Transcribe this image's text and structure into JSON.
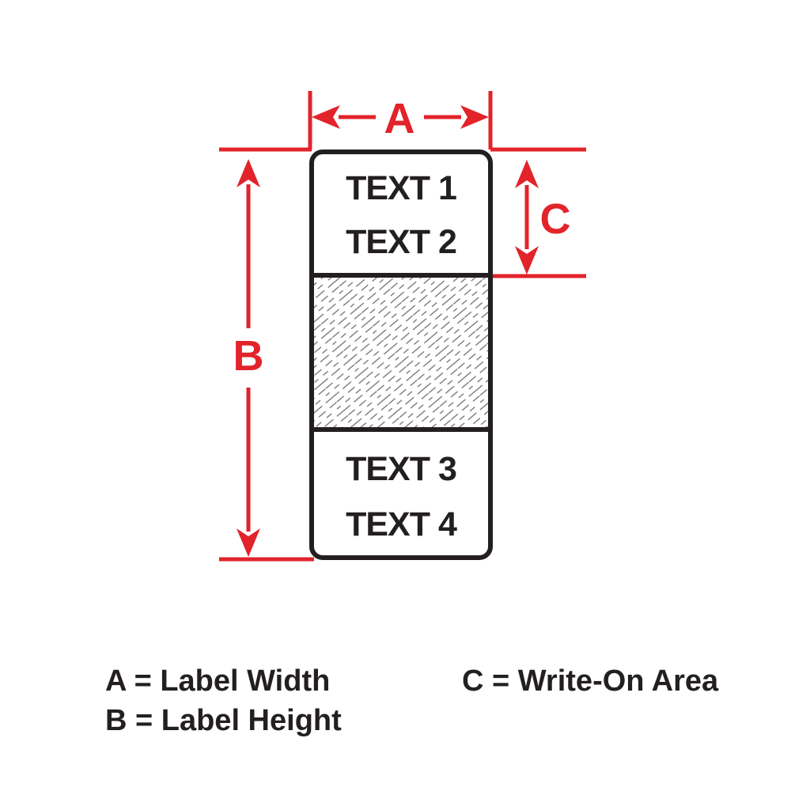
{
  "colors": {
    "red": "#E2232A",
    "black": "#231F20",
    "hatch": "#6B6B6B",
    "background": "#FFFFFF"
  },
  "label": {
    "lines": [
      "TEXT 1",
      "TEXT 2",
      "TEXT 3",
      "TEXT 4"
    ]
  },
  "dimensions": {
    "a": {
      "letter": "A"
    },
    "b": {
      "letter": "B"
    },
    "c": {
      "letter": "C"
    }
  },
  "legend": {
    "items": [
      {
        "text": "A = Label Width"
      },
      {
        "text": "B = Label Height"
      },
      {
        "text": "C = Write-On Area"
      }
    ]
  }
}
